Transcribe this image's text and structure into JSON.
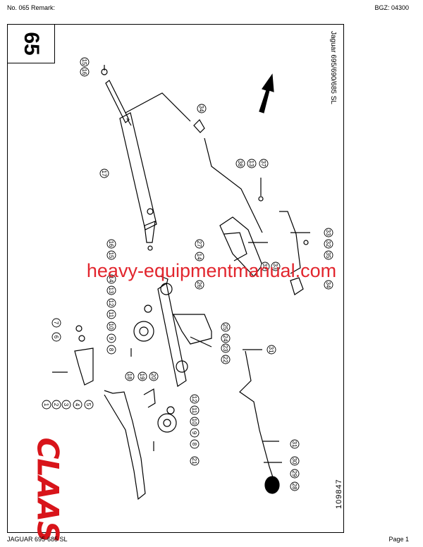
{
  "header": {
    "left": "No. 065    Remark:",
    "right": "BGZ: 04300"
  },
  "footer": {
    "left": "JAGUAR 695-685 SL",
    "right": "Page 1"
  },
  "page_number": "65",
  "model_label": "Jaguar 695/690/685 SL",
  "drawing_number": "109847",
  "brand": "CLAAS",
  "watermark": "heavy-equipmentmanual.com",
  "colors": {
    "brand_red": "#d8141a",
    "watermark_red": "#e2262e"
  },
  "callouts": [
    "1",
    "2",
    "3",
    "4",
    "5",
    "6",
    "7",
    "8",
    "9",
    "10",
    "11",
    "12",
    "13",
    "14",
    "15",
    "16",
    "17",
    "18",
    "19",
    "20",
    "21",
    "22",
    "23",
    "24",
    "25",
    "26",
    "27",
    "28",
    "29",
    "30",
    "31",
    "32",
    "33",
    "34",
    "35",
    "36",
    "37"
  ],
  "callout_labels": [
    "16",
    "15",
    "34",
    "17",
    "38",
    "13",
    "37",
    "33",
    "32",
    "35",
    "34",
    "15",
    "16",
    "27",
    "14",
    "32",
    "33",
    "14",
    "13",
    "26",
    "12",
    "11",
    "10",
    "9",
    "8",
    "25",
    "24",
    "23",
    "22",
    "31",
    "7",
    "6",
    "1",
    "2",
    "3",
    "4",
    "5",
    "20",
    "19",
    "18",
    "12",
    "11",
    "10",
    "9",
    "8",
    "21",
    "31",
    "30",
    "29",
    "28"
  ]
}
